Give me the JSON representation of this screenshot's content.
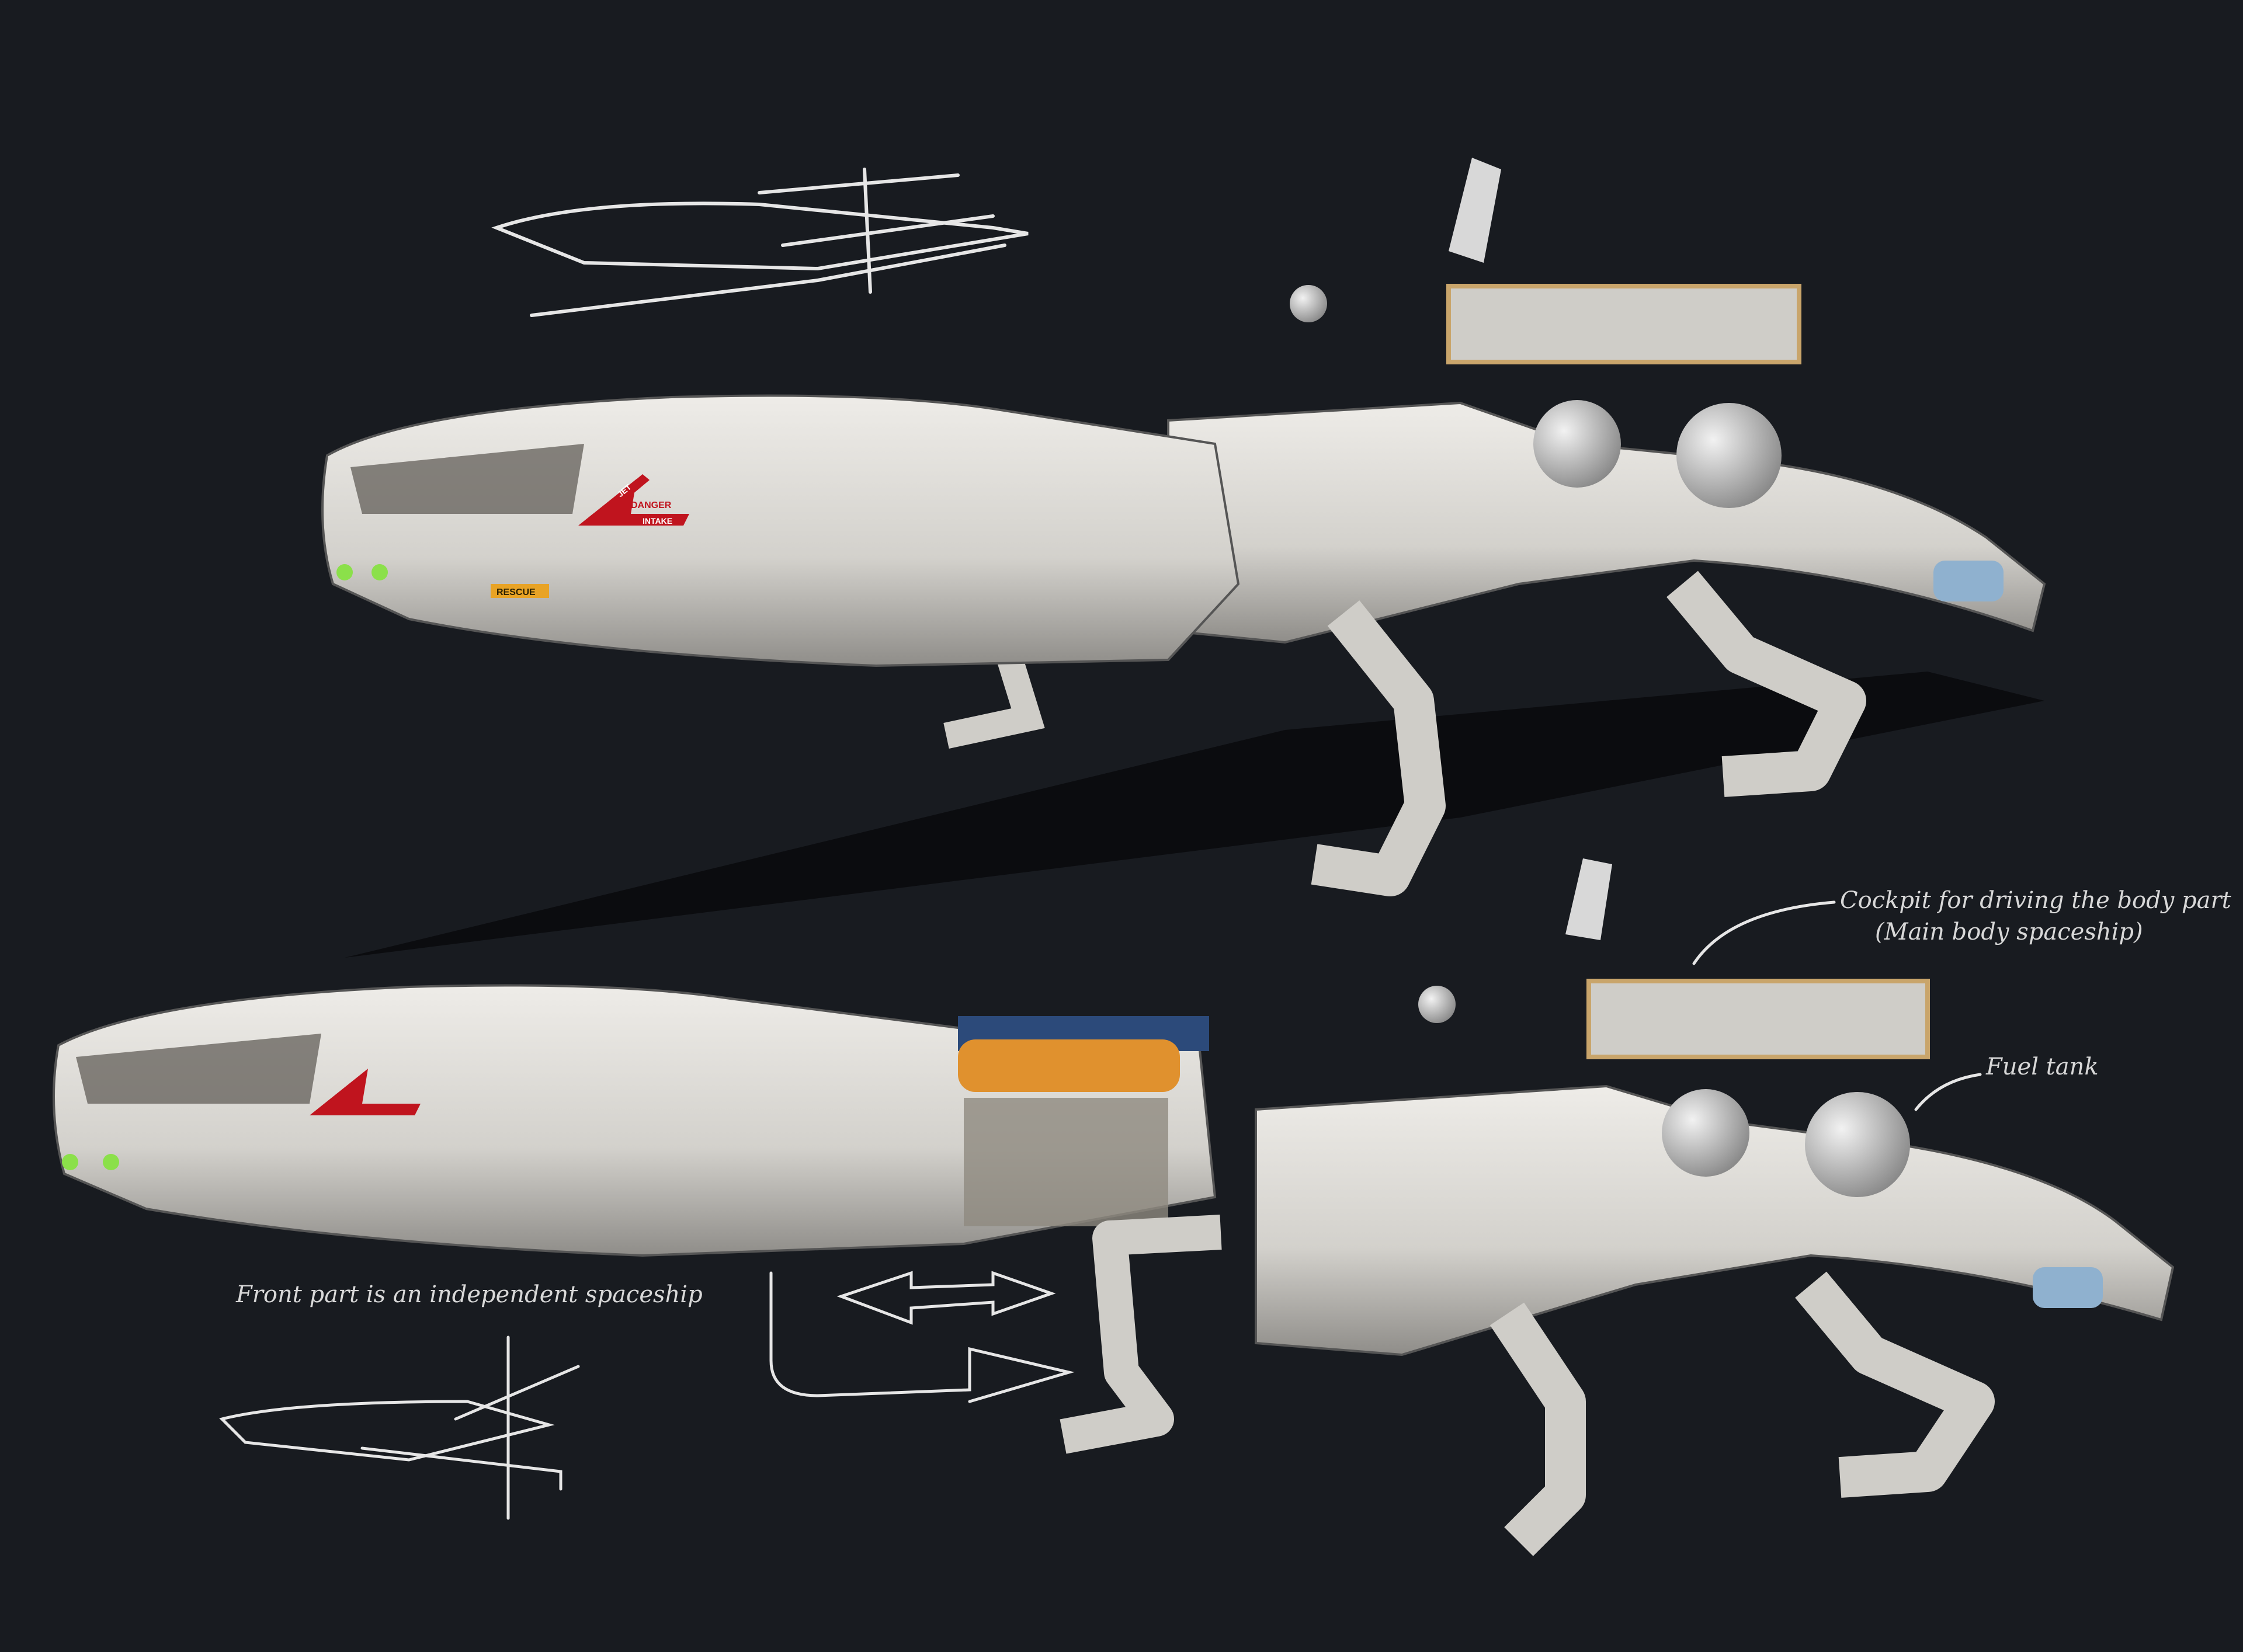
{
  "annotations": {
    "cockpit_line1": "Cockpit for driving the body part",
    "cockpit_line2": "(Main body spaceship)",
    "fuel_tank": "Fuel tank",
    "front_part": "Front part is an independent spaceship"
  },
  "decals": {
    "danger": "DANGER",
    "intake": "INTAKE",
    "jet": "JET",
    "rescue": "RESCUE"
  },
  "colors": {
    "background": "#181b20",
    "hull": "#d9d7d2",
    "hull_shadow": "#9c9a96",
    "accent_red": "#c0141e",
    "accent_gold": "#c9a56b",
    "engine_orange": "#e0912e",
    "solar_blue": "#2c4a7a",
    "sketch_line": "#e6e6e6"
  }
}
